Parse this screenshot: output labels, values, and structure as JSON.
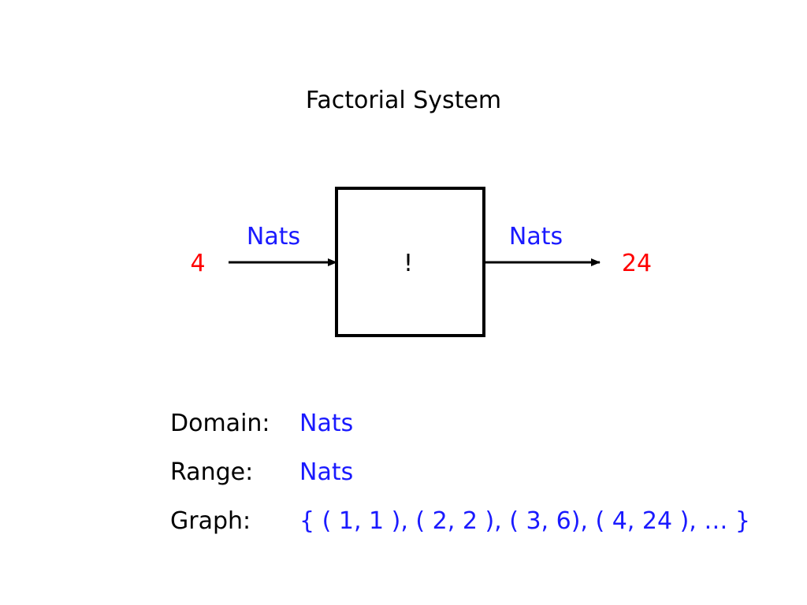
{
  "title": "Factorial System",
  "diagram": {
    "input_value": "4",
    "input_type": "Nats",
    "box_label": "!",
    "output_type": "Nats",
    "output_value": "24"
  },
  "details": {
    "domain_label": "Domain:",
    "domain_value": "Nats",
    "range_label": "Range:",
    "range_value": "Nats",
    "graph_label": "Graph:",
    "graph_value": "{ ( 1, 1 ), ( 2, 2 ), ( 3, 6), ( 4, 24 ), … }"
  },
  "colors": {
    "io_value": "#ff0000",
    "type_label": "#1a1aff",
    "text": "#000000"
  }
}
